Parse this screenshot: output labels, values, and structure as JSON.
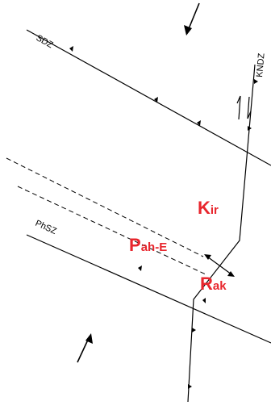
{
  "diagram": {
    "colors": {
      "fault": "#000000",
      "block_label": "#e8262d",
      "background": "#ffffff"
    },
    "zones": {
      "sdz": "SDZ",
      "kndz": "KNDZ",
      "phsz": "PhSZ"
    },
    "blocks": {
      "kir": {
        "main": "K",
        "sub": "ir"
      },
      "pah": {
        "main": "P",
        "sub": "ah-E"
      },
      "rak": {
        "main": "R",
        "sub": "ak"
      }
    },
    "icons": {
      "convergence_top": "arrow-down-left-icon",
      "convergence_bottom": "arrow-up-right-icon",
      "strike_slip": "half-arrows-icon",
      "extension": "double-arrow-icon",
      "thrust_teeth": "triangle-tooth-icon"
    }
  }
}
